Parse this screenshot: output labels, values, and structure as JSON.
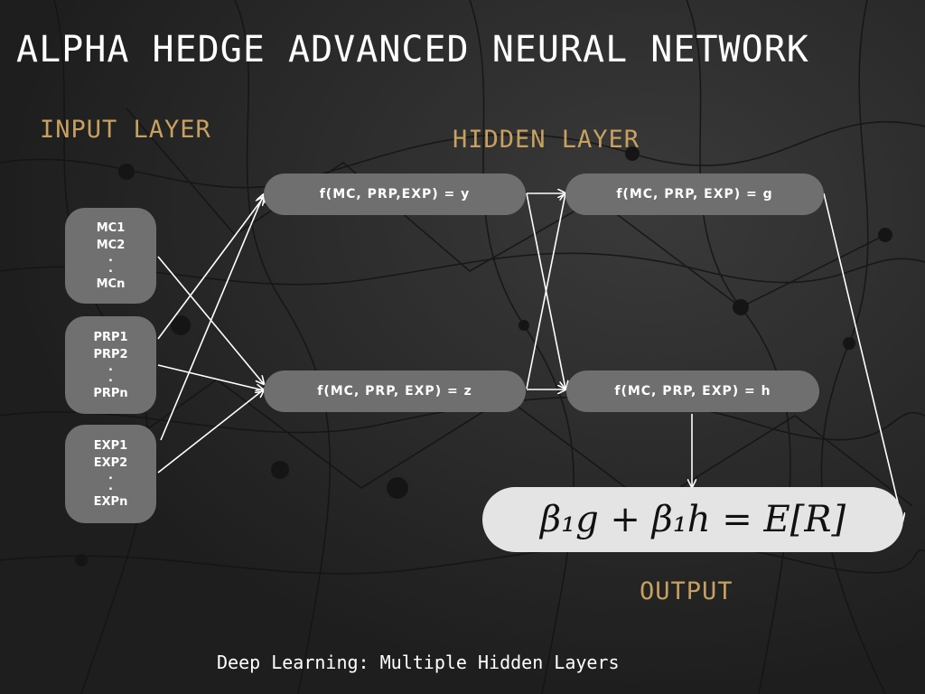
{
  "title": "ALPHA HEDGE ADVANCED NEURAL NETWORK",
  "labels": {
    "input": "INPUT LAYER",
    "hidden": "HIDDEN LAYER",
    "output": "OUTPUT"
  },
  "inputs": {
    "mc": [
      "MC1",
      "MC2",
      ".",
      ".",
      "MCn"
    ],
    "prp": [
      "PRP1",
      "PRP2",
      ".",
      ".",
      "PRPn"
    ],
    "exp": [
      "EXP1",
      "EXP2",
      ".",
      ".",
      "EXPn"
    ]
  },
  "hidden_nodes": {
    "y": "f(MC, PRP,EXP) = y",
    "z": "f(MC, PRP, EXP) = z",
    "g": "f(MC, PRP, EXP) = g",
    "h": "f(MC, PRP, EXP) = h"
  },
  "output_formula": "β₁g + β₁h = E[R]",
  "footer": "Deep Learning: Multiple Hidden Layers",
  "colors": {
    "background": "#232323",
    "label_gold": "#c8a060",
    "node_fill": "#6f6f6f",
    "output_fill": "#e4e4e4",
    "text_white": "#ffffff"
  }
}
